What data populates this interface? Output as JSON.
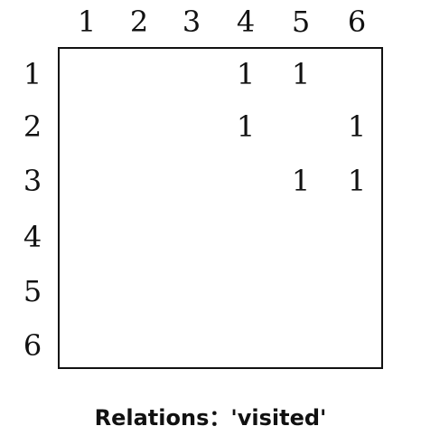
{
  "columns": [
    "1",
    "2",
    "3",
    "4",
    "5",
    "6"
  ],
  "rows": [
    "1",
    "2",
    "3",
    "4",
    "5",
    "6"
  ],
  "cells": [
    [
      "",
      "",
      "",
      "1",
      "1",
      ""
    ],
    [
      "",
      "",
      "",
      "1",
      "",
      "1"
    ],
    [
      "",
      "",
      "",
      "",
      "1",
      "1"
    ],
    [
      "",
      "",
      "",
      "",
      "",
      ""
    ],
    [
      "",
      "",
      "",
      "",
      "",
      ""
    ],
    [
      "",
      "",
      "",
      "",
      "",
      ""
    ]
  ],
  "caption": "Relations：'visited'"
}
